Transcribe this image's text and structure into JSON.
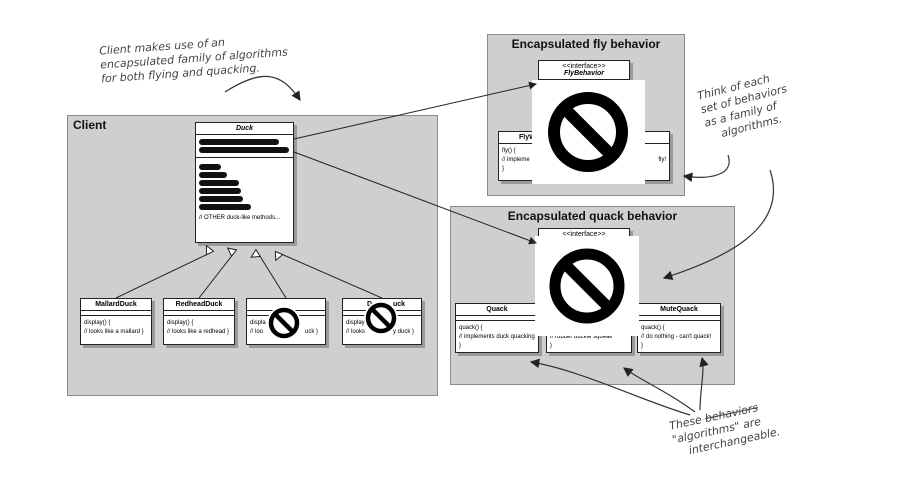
{
  "notes": {
    "client_note": [
      "Client makes use of an",
      "encapsulated family of algorithms",
      "for both flying and quacking."
    ],
    "family_note": [
      "Think of each",
      "set of behaviors",
      "as a family of",
      "algorithms."
    ],
    "interchangeable_note": {
      "line1_start": "These ",
      "line1_struck": "behaviors",
      "line2": "\"algorithms\" are",
      "line3": "interchangeable."
    }
  },
  "client": {
    "title": "Client",
    "duck": {
      "name": "Duck",
      "other_methods": "// OTHER duck-like methods..."
    },
    "subclasses": [
      {
        "name": "MallardDuck",
        "method": "display() {",
        "comment": "// looks like a mallard }"
      },
      {
        "name": "RedheadDuck",
        "method": "display() {",
        "comment": "// looks like a redhead }"
      },
      {
        "name": "",
        "method": "displa",
        "comment": "// loo",
        "tail": "uck }"
      },
      {
        "name": "D",
        "name_tail": "uck",
        "method": "display",
        "comment": "// looks",
        "tail": "y duck }"
      }
    ]
  },
  "fly": {
    "title": "Encapsulated fly behavior",
    "interface": {
      "stereotype": "<<interface>>",
      "name": "FlyBehavior"
    },
    "left_class": {
      "name": "FlyW",
      "method": "fly() {",
      "comment": "// impleme"
    },
    "right_fragment": "fly!"
  },
  "quack": {
    "title": "Encapsulated quack behavior",
    "interface": {
      "stereotype": "<<interface>>"
    },
    "classes": [
      {
        "name": "Quack",
        "method": "quack() {",
        "comment": "// implements duck quacking",
        "close": "}"
      },
      {
        "name": "",
        "method": "",
        "comment": "// rubber duckie squeak",
        "close": "}"
      },
      {
        "name": "MuteQuack",
        "method": "quack() {",
        "comment": "// do nothing - can't quack!",
        "close": "}"
      }
    ]
  },
  "colors": {
    "panel": "#cfcfcf",
    "ink": "#222222",
    "shadow": "#9a9a9a"
  }
}
